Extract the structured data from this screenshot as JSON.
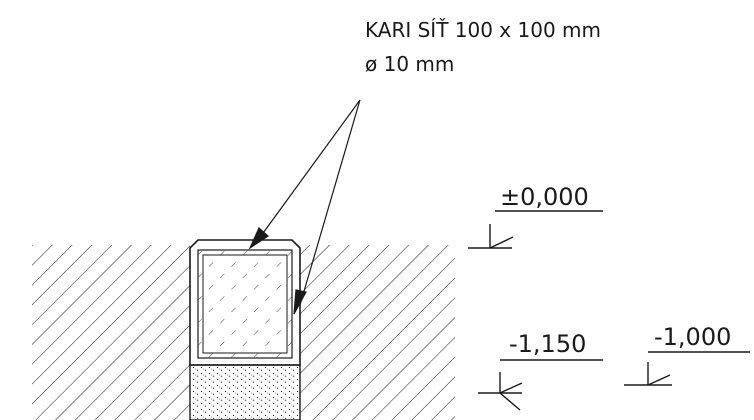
{
  "annotation": {
    "line1": "KARI SÍŤ 100 x 100 mm",
    "line2": "ø 10 mm"
  },
  "levels": [
    {
      "id": "ground",
      "text": "±0,000"
    },
    {
      "id": "foundation-bottom",
      "text": "-1,150"
    },
    {
      "id": "lower-level",
      "text": "-1,000"
    }
  ],
  "colors": {
    "line": "#1a1a1a",
    "background": "#ffffff"
  }
}
